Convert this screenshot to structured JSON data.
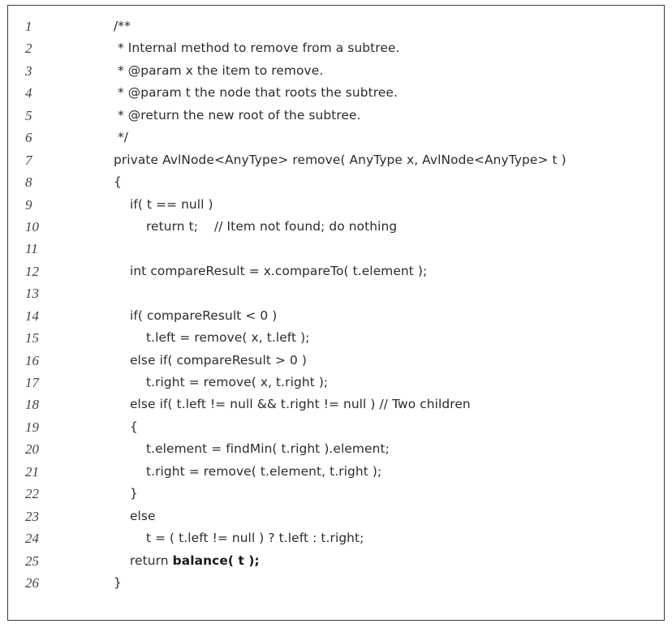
{
  "code_listing": {
    "lines": [
      {
        "number": "1",
        "code": "/**"
      },
      {
        "number": "2",
        "code": " * Internal method to remove from a subtree."
      },
      {
        "number": "3",
        "code": " * @param x the item to remove."
      },
      {
        "number": "4",
        "code": " * @param t the node that roots the subtree."
      },
      {
        "number": "5",
        "code": " * @return the new root of the subtree."
      },
      {
        "number": "6",
        "code": " */"
      },
      {
        "number": "7",
        "code": "private AvlNode<AnyType> remove( AnyType x, AvlNode<AnyType> t )"
      },
      {
        "number": "8",
        "code": "{"
      },
      {
        "number": "9",
        "code": "    if( t == null )"
      },
      {
        "number": "10",
        "code": "        return t;    // Item not found; do nothing"
      },
      {
        "number": "11",
        "code": ""
      },
      {
        "number": "12",
        "code": "    int compareResult = x.compareTo( t.element );"
      },
      {
        "number": "13",
        "code": ""
      },
      {
        "number": "14",
        "code": "    if( compareResult < 0 )"
      },
      {
        "number": "15",
        "code": "        t.left = remove( x, t.left );"
      },
      {
        "number": "16",
        "code": "    else if( compareResult > 0 )"
      },
      {
        "number": "17",
        "code": "        t.right = remove( x, t.right );"
      },
      {
        "number": "18",
        "code": "    else if( t.left != null && t.right != null ) // Two children"
      },
      {
        "number": "19",
        "code": "    {"
      },
      {
        "number": "20",
        "code": "        t.element = findMin( t.right ).element;"
      },
      {
        "number": "21",
        "code": "        t.right = remove( t.element, t.right );"
      },
      {
        "number": "22",
        "code": "    }"
      },
      {
        "number": "23",
        "code": "    else"
      },
      {
        "number": "24",
        "code": "        t = ( t.left != null ) ? t.left : t.right;"
      },
      {
        "number": "25",
        "code": "    return ",
        "bold": "balance( t );"
      },
      {
        "number": "26",
        "code": "}"
      }
    ]
  }
}
